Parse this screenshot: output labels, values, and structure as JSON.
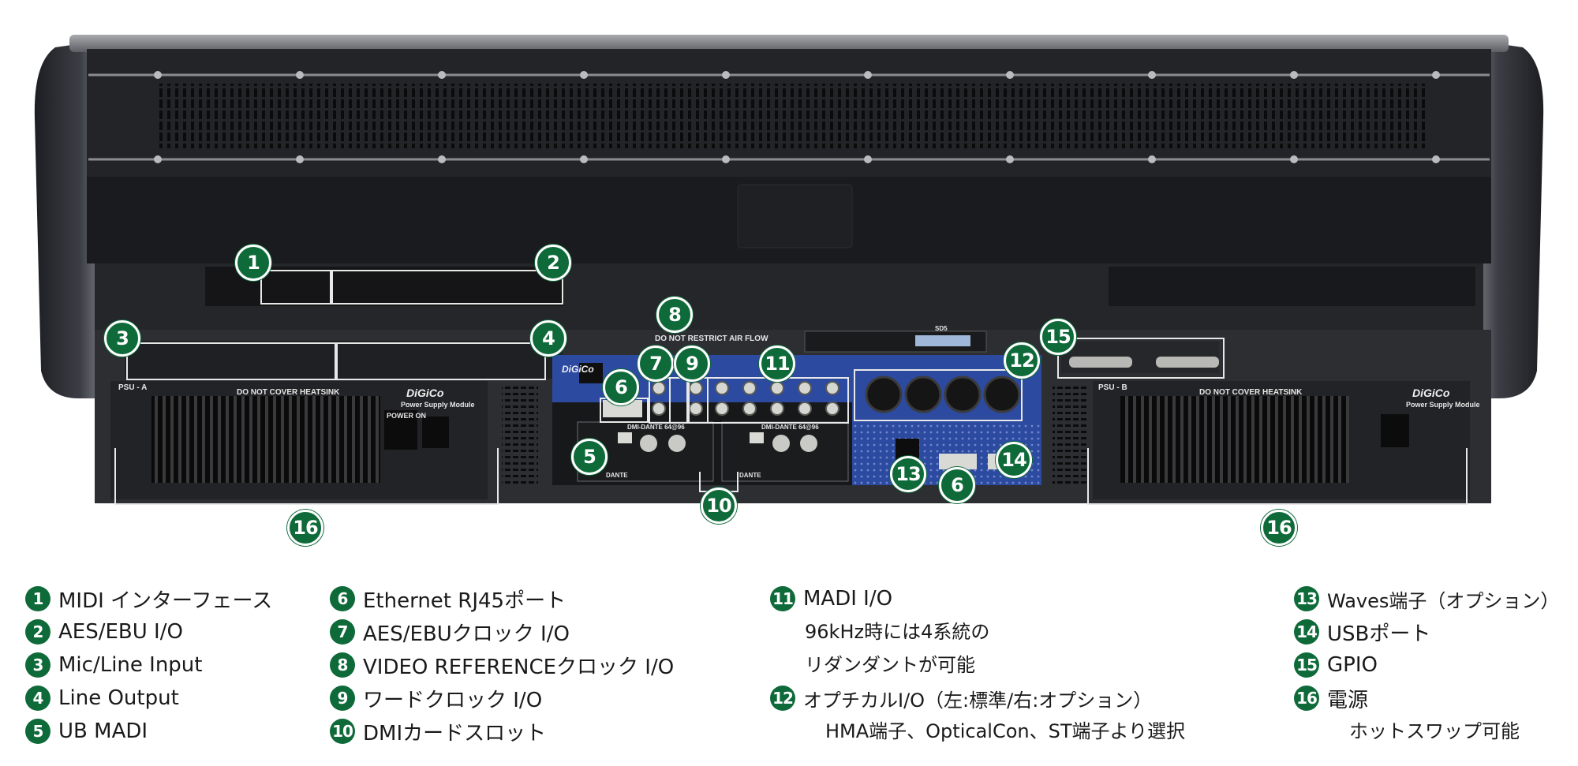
{
  "photo": {
    "labels": {
      "airflow": "DO NOT RESTRICT AIR FLOW",
      "heatsink_a": "DO NOT COVER HEATSINK",
      "heatsink_b": "DO NOT COVER HEATSINK",
      "psu_a": "PSU - A",
      "psu_b": "PSU - B",
      "logo_left": "DiGiCo",
      "logo_right": "DiGiCo",
      "logo_center": "DiGiCo",
      "module_left": "Power Supply Module",
      "module_right": "Power Supply Module",
      "card1": "DMI-DANTE 64@96",
      "card2": "DMI-DANTE 64@96",
      "dante1": "DANTE",
      "dante2": "DANTE",
      "power_on": "POWER ON",
      "sd5": "SD5"
    },
    "callouts": [
      "1",
      "2",
      "3",
      "4",
      "5",
      "6",
      "7",
      "8",
      "9",
      "11",
      "12",
      "6",
      "13",
      "14",
      "15",
      "10",
      "16",
      "16"
    ]
  },
  "legend": {
    "col1": [
      {
        "num": "1",
        "text": "MIDI インターフェース"
      },
      {
        "num": "2",
        "text": "AES/EBU I/O"
      },
      {
        "num": "3",
        "text": "Mic/Line Input"
      },
      {
        "num": "4",
        "text": "Line Output"
      },
      {
        "num": "5",
        "text": "UB MADI"
      }
    ],
    "col2": [
      {
        "num": "6",
        "text": "Ethernet RJ45ポート"
      },
      {
        "num": "7",
        "text": "AES/EBUクロック I/O"
      },
      {
        "num": "8",
        "text": "VIDEO REFERENCEクロック I/O"
      },
      {
        "num": "9",
        "text": "ワードクロック I/O"
      },
      {
        "num": "10",
        "text": "DMIカードスロット"
      }
    ],
    "col3": {
      "item11": {
        "num": "11",
        "text": "MADI I/O",
        "sub1": "96kHz時には4系統の",
        "sub2": "リダンダントが可能"
      },
      "item12": {
        "num": "12",
        "text": "オプチカルI/O（左:標準/右:オプション）",
        "sub1": "HMA端子、OpticalCon、ST端子より選択"
      }
    },
    "col4": {
      "item13": {
        "num": "13",
        "text": "Waves端子（オプション）"
      },
      "item14": {
        "num": "14",
        "text": "USBポート"
      },
      "item15": {
        "num": "15",
        "text": "GPIO"
      },
      "item16": {
        "num": "16",
        "text": "電源",
        "sub1": "ホットスワップ可能"
      }
    }
  },
  "colors": {
    "accent": "#0f6a3a",
    "chassis": "#2b2c30",
    "panel": "#1c1c1e"
  }
}
